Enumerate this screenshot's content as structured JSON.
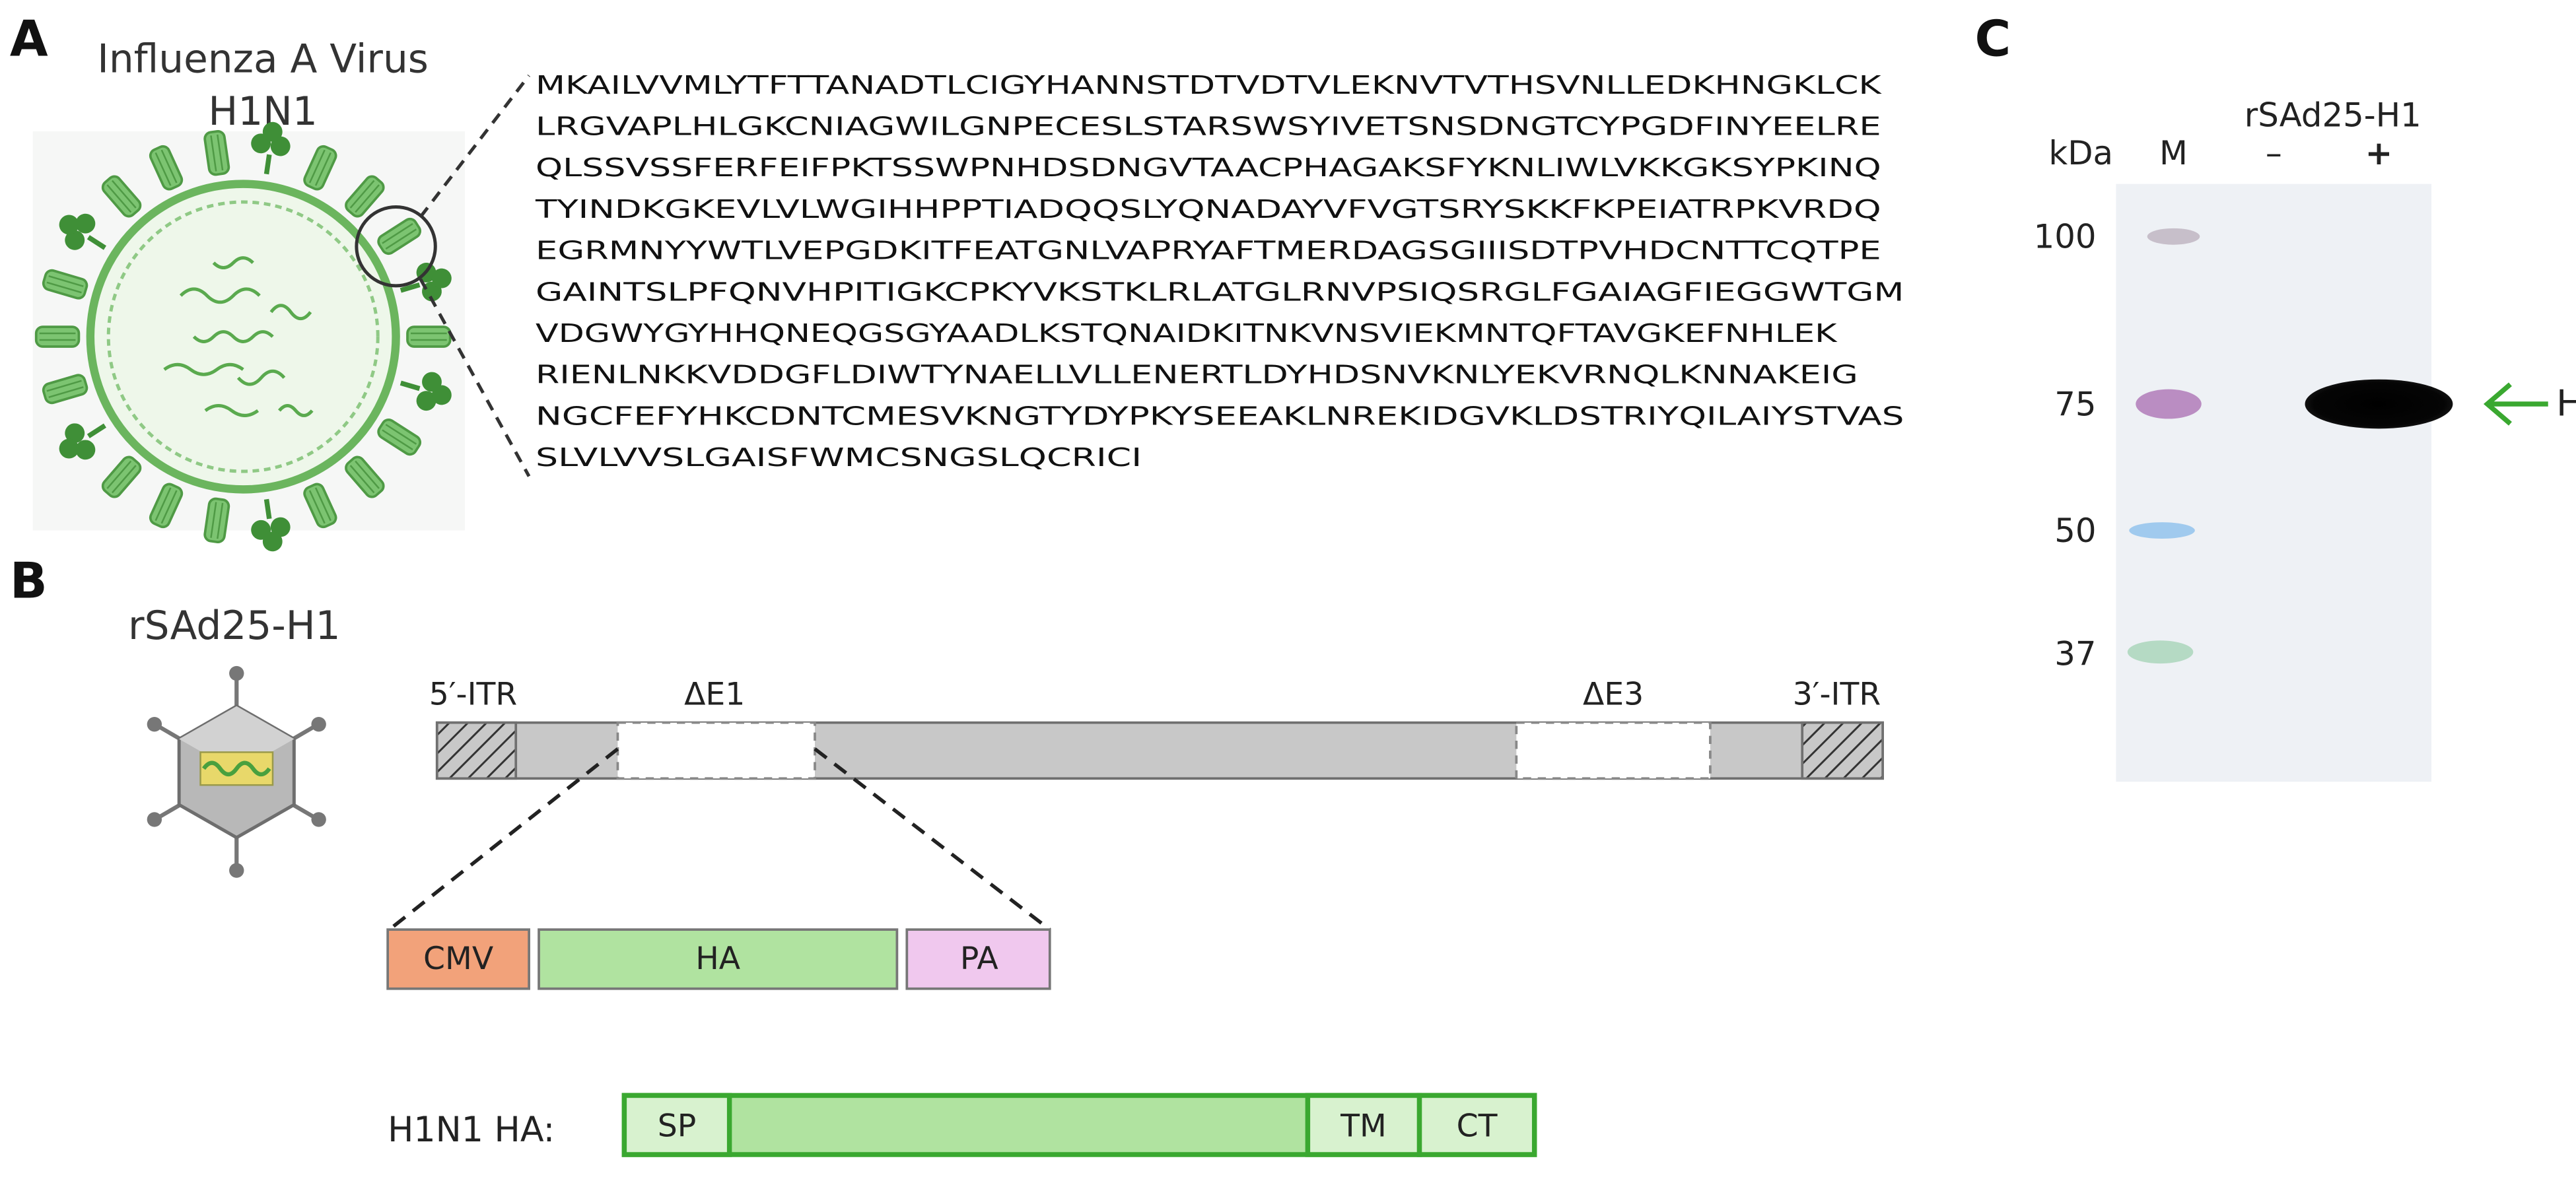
{
  "panel_a": {
    "letter": "A",
    "virus_title_line1": "Influenza A Virus",
    "virus_title_line2": "H1N1",
    "sequence_lines": [
      "MKAILVVMLYTFTTANADTLCIGYHANNSTDTVDTVLEKNVTVTHSVNLLEDKHNGKLCK",
      "LRGVAPLHLGKCNIAGWILGNPECESLSTARSWSYIVETSNSDNGTCYPGDFINYEELRE",
      "QLSSVSSFERFEIFPKTSSWPNHDSDNGVTAACPHAGAKSFYKNLIWLVKKGKSYPKINQ",
      "TYINDKGKEVLVLWGIHHPPTIADQQSLYQNADAYVFVGTSRYSKKFKPEIATRPKVRDQ",
      "EGRMNYYWTLVEPGDKITFEATGNLVAPRYAFTMERDAGSGIIISDTPVHDCNTTCQTPE",
      "GAINTSLPFQNVHPITIGKCPKYVKSTKLRLATGLRNVPSIQSRGLFGAIAGFIEGGWTGM",
      "VDGWYGYHHQNEQGSGYAADLKSTQNAIDKITNKVNSVIEKMNTQFTAVGKEFNHLEK",
      "RIENLNKKVDDGFLDIWTYNAELLVLLENERTLDYHDSNVKNLYEKVRNQLKNNAKEIG",
      "NGCFEFYHKCDNTCMESVKNGTYDYPKYSEEAKLNREKIDGVKLDSTRIYQILAIYSTVAS",
      "SLVLVVSLGAISFWMCSNGSLQCRICI"
    ]
  },
  "panel_b": {
    "letter": "B",
    "vector_name": "rSAd25-H1",
    "itr5_label": "5′-ITR",
    "itr3_label": "3′-ITR",
    "e1_label": "ΔE1",
    "e3_label": "ΔE3",
    "cassette": [
      {
        "label": "CMV",
        "color": "#f2a27a"
      },
      {
        "label": "HA",
        "color": "#b0e3a0"
      },
      {
        "label": "PA",
        "color": "#f0c8ee"
      }
    ],
    "ha_domain_prefix": "H1N1 HA:",
    "ha_domains": {
      "sp": "SP",
      "tm": "TM",
      "ct": "CT"
    }
  },
  "panel_c": {
    "letter": "C",
    "kda_label": "kDa",
    "marker_label": "M",
    "sample_title": "rSAd25-H1",
    "lane_minus": "–",
    "lane_plus": "+",
    "mw_markers": [
      "100",
      "75",
      "50",
      "37"
    ],
    "band_label": "HA"
  },
  "colors": {
    "virus_green": "#5aaa4e",
    "ha_green": "#3aa830",
    "backbone_gray": "#c8c8c8",
    "blot_background": "#eef1f5"
  }
}
